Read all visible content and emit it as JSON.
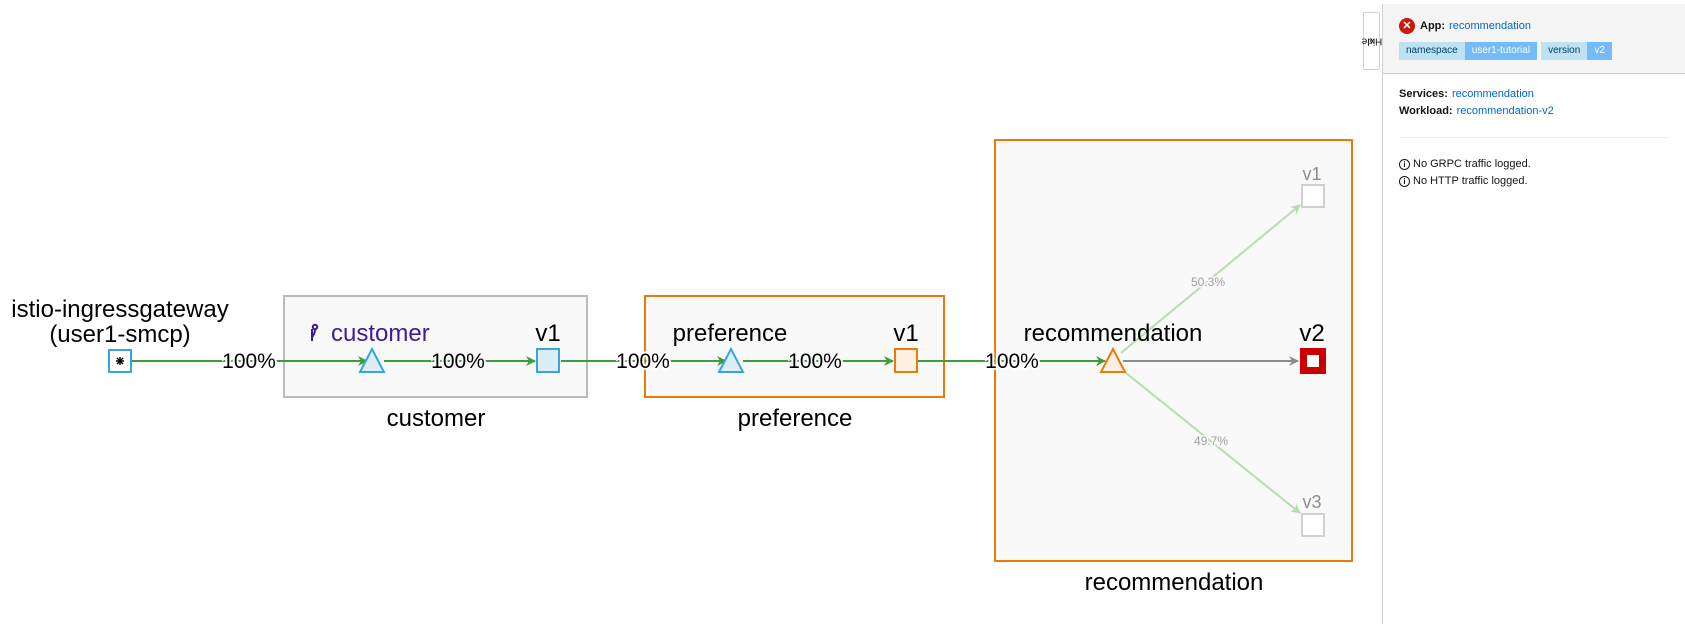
{
  "graph": {
    "ingress": {
      "name": "istio-ingressgateway",
      "namespace": "(user1-smcp)"
    },
    "boxes": {
      "customer": "customer",
      "preference": "preference",
      "recommendation": "recommendation"
    },
    "nodes": {
      "customer_service": "customer",
      "customer_v1": "v1",
      "preference_service": "preference",
      "preference_v1": "v1",
      "recommendation_service": "recommendation",
      "recommendation_v1": "v1",
      "recommendation_v2": "v2",
      "recommendation_v3": "v3"
    },
    "edges": {
      "ingress_to_customer": "100%",
      "customer_to_v1": "100%",
      "customer_v1_to_preference": "100%",
      "preference_to_v1": "100%",
      "preference_v1_to_recommendation": "100%",
      "recommendation_to_v1": "50.3%",
      "recommendation_to_v3": "49.7%"
    },
    "colors": {
      "healthy_edge": "#3e9b3e",
      "idle_edge": "#b8ddb1",
      "service_node": "#39a5dc",
      "degraded": "#ec7a08",
      "failure": "#cc0000"
    }
  },
  "panel": {
    "hide_label": "Hide",
    "app_label": "App:",
    "app_value": "recommendation",
    "labels": [
      {
        "key": "namespace",
        "value": "user1-tutorial"
      },
      {
        "key": "version",
        "value": "v2"
      }
    ],
    "services_label": "Services:",
    "services_value": "recommendation",
    "workload_label": "Workload:",
    "workload_value": "recommendation-v2",
    "grpc_msg": "No GRPC traffic logged.",
    "http_msg": "No HTTP traffic logged."
  }
}
